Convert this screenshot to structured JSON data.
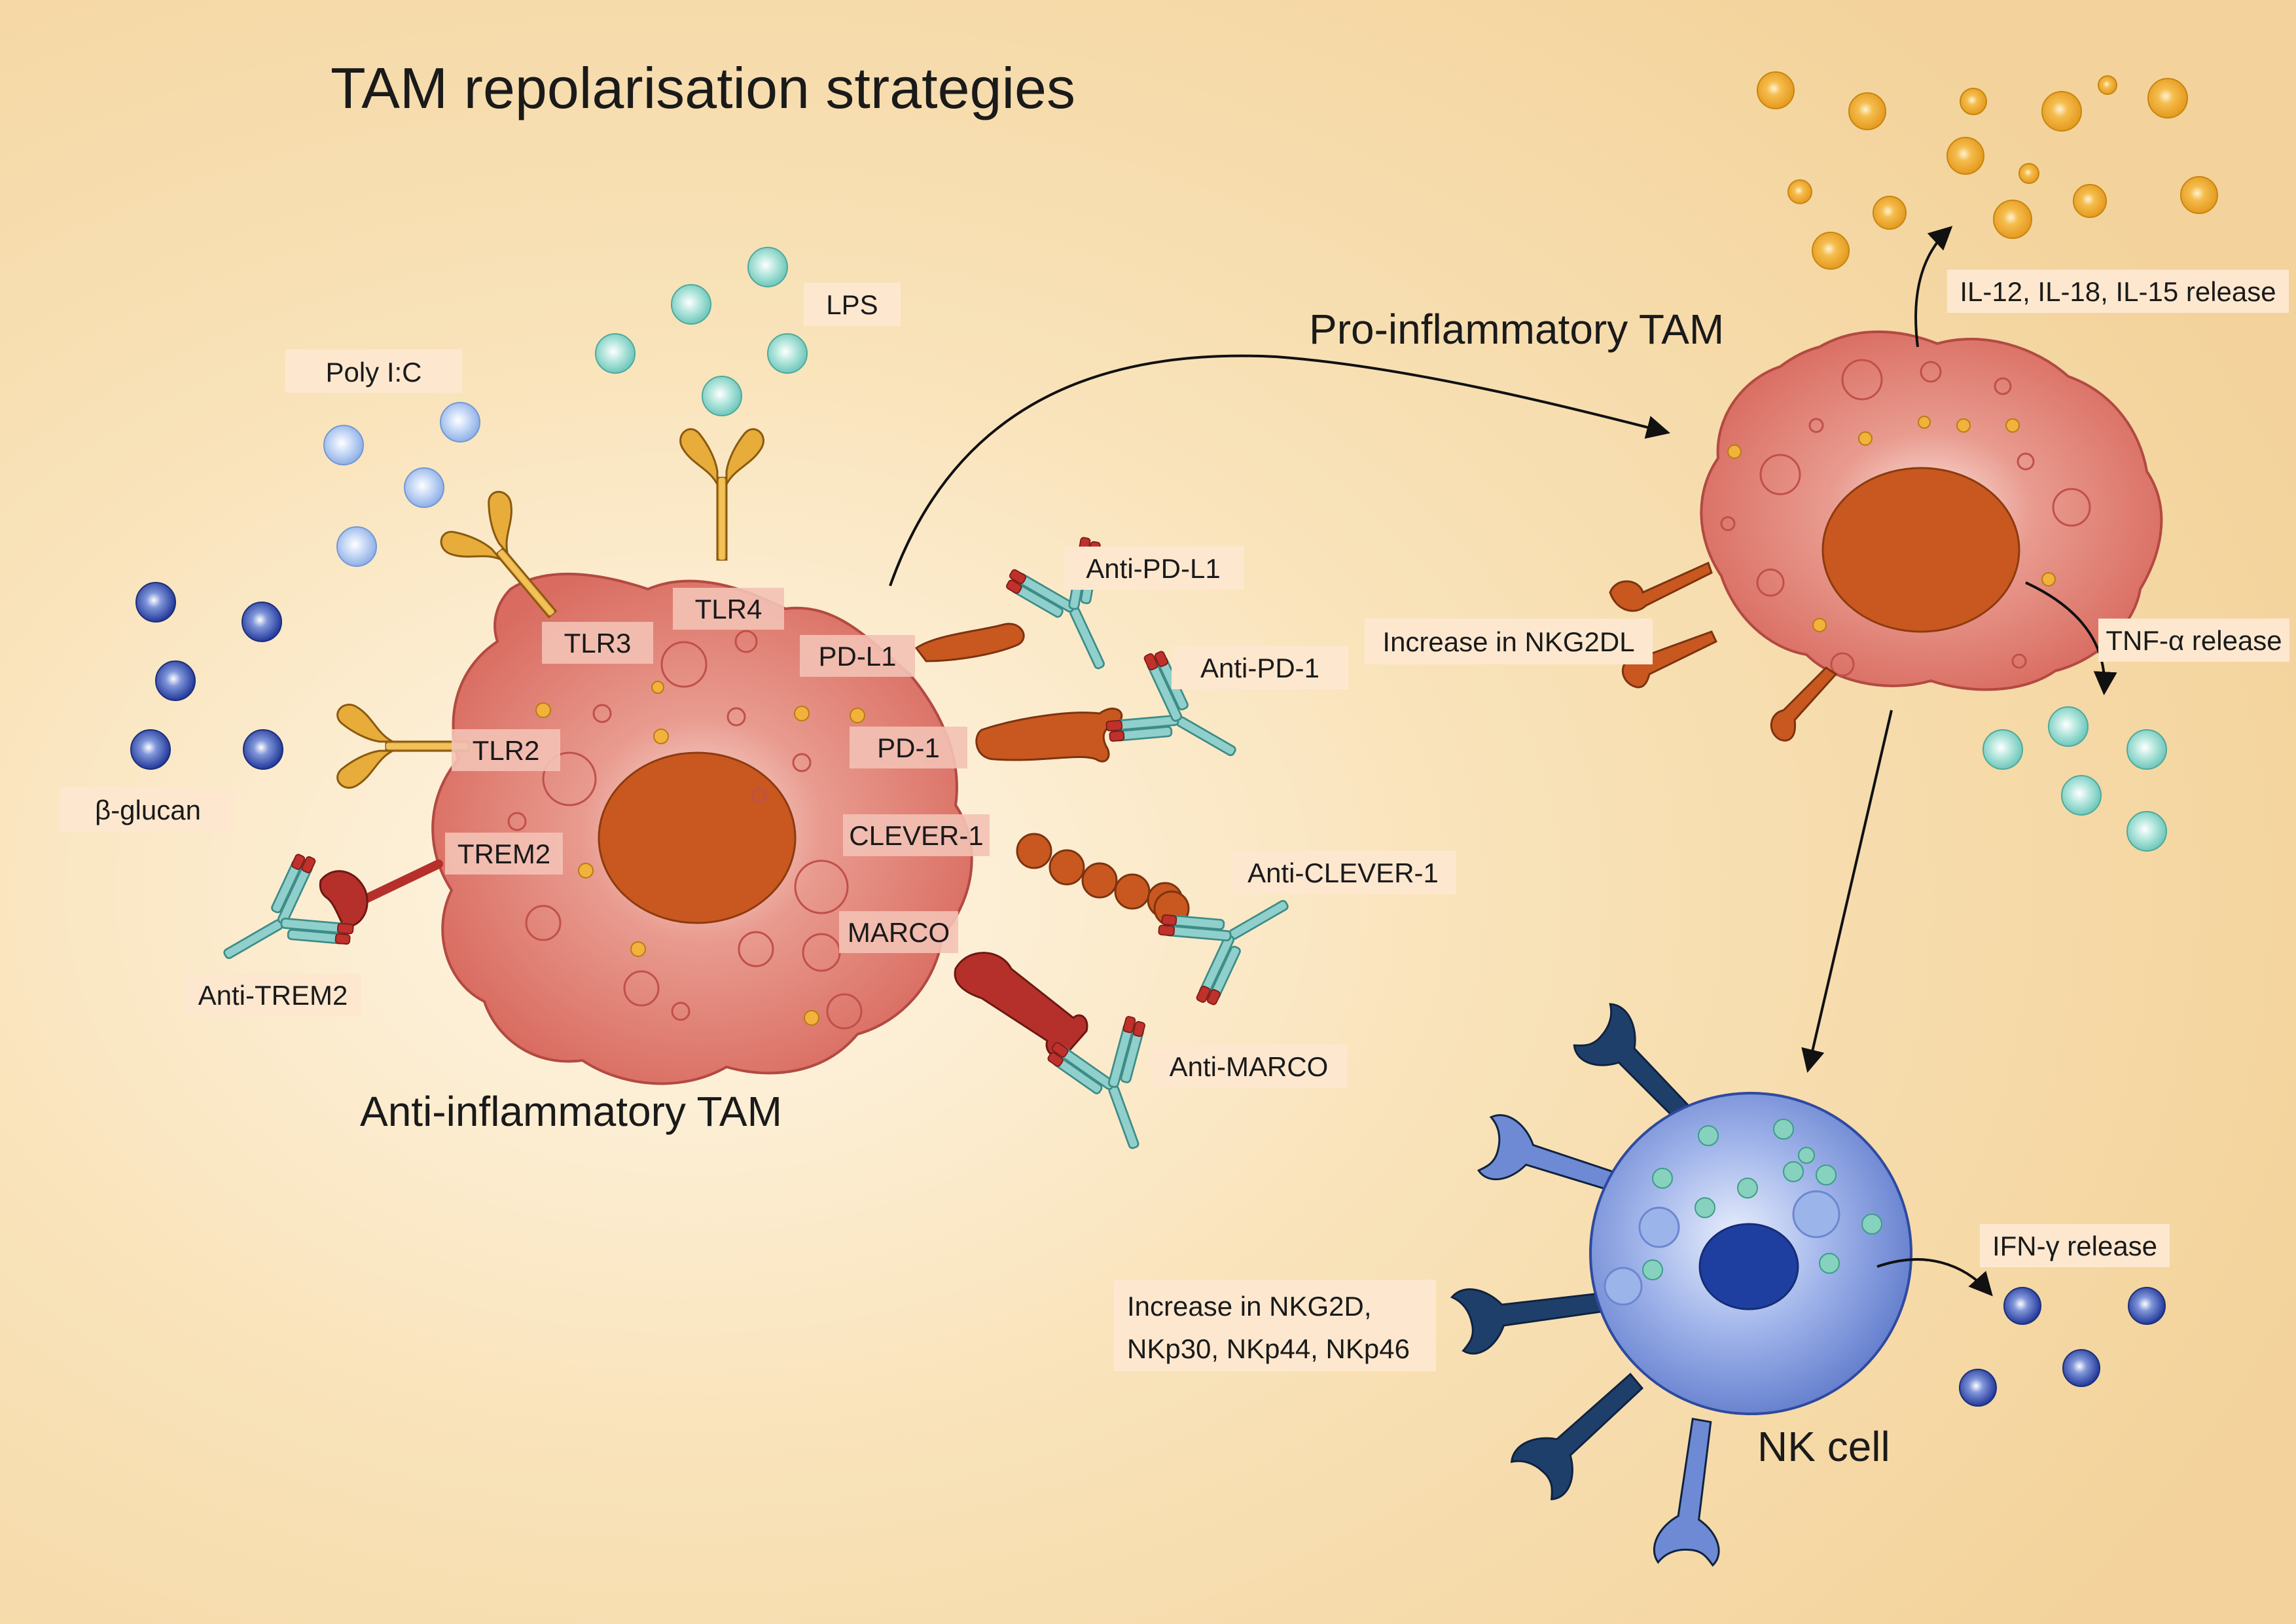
{
  "title": "TAM repolarisation strategies",
  "cells": {
    "anti_tam": "Anti-inflammatory TAM",
    "pro_tam": "Pro-inflammatory TAM",
    "nk": "NK cell"
  },
  "ligands": {
    "lps": "LPS",
    "polyic": "Poly I:C",
    "bglucan": "β-glucan"
  },
  "receptors": {
    "tlr3": "TLR3",
    "tlr4": "TLR4",
    "tlr2": "TLR2",
    "trem2": "TREM2",
    "pdl1": "PD-L1",
    "pd1": "PD-1",
    "clever1": "CLEVER-1",
    "marco": "MARCO"
  },
  "antibodies": {
    "anti_pdl1": "Anti-PD-L1",
    "anti_pd1": "Anti-PD-1",
    "anti_clever1": "Anti-CLEVER-1",
    "anti_marco": "Anti-MARCO",
    "anti_trem2": "Anti-TREM2"
  },
  "effects": {
    "il_release": "IL-12, IL-18, IL-15 release",
    "tnf_release": "TNF-α release",
    "nkg2dl": "Increase in NKG2DL",
    "nkg2d_line1": "Increase in NKG2D,",
    "nkg2d_line2": "NKp30, NKp44, NKp46",
    "ifn_release": "IFN-γ release"
  },
  "colors": {
    "background": "#f7dca8",
    "tam_body": "#de7569",
    "nucleus": "#c8581f",
    "tlr_receptor": "#e8ac3a",
    "antibody": "#8fcfcc",
    "antibody_tip": "#c0312c",
    "nk_body": "#6f8ad4",
    "nk_receptor": "#1f3f6b",
    "cytokine_gold": "#eaa32b",
    "cytokine_teal": "#9adbd2",
    "glucan_blue": "#2f4aa8",
    "polyic_blue": "#a8c4ee"
  }
}
